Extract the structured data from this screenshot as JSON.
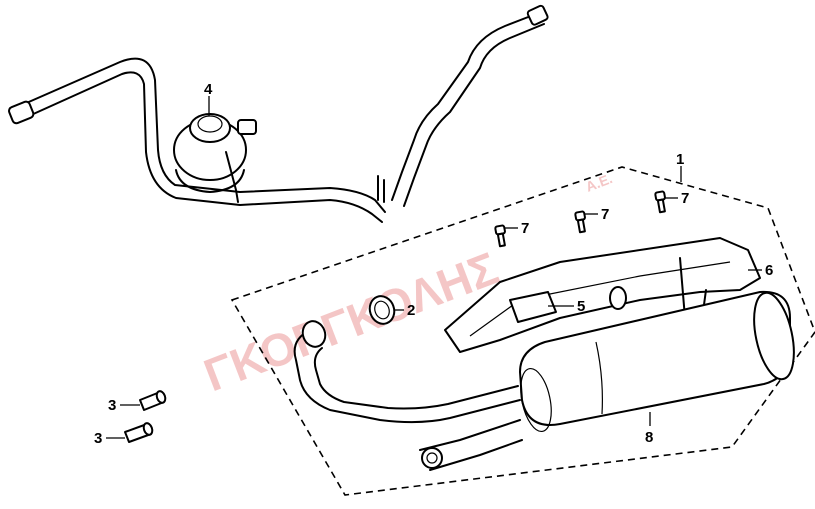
{
  "watermark": {
    "company": "ΓΚΟΡΓΚΟΛΗΣ",
    "suffix": "Α.Ε."
  },
  "callouts": [
    {
      "id": "c1",
      "label": "1"
    },
    {
      "id": "c2",
      "label": "2"
    },
    {
      "id": "c3a",
      "label": "3"
    },
    {
      "id": "c3b",
      "label": "3"
    },
    {
      "id": "c4",
      "label": "4"
    },
    {
      "id": "c5",
      "label": "5"
    },
    {
      "id": "c6",
      "label": "6"
    },
    {
      "id": "c7a",
      "label": "7"
    },
    {
      "id": "c7b",
      "label": "7"
    },
    {
      "id": "c7c",
      "label": "7"
    },
    {
      "id": "c8",
      "label": "8"
    }
  ],
  "colors": {
    "line": "#000000",
    "watermark": "#f2b9b9",
    "background": "#ffffff"
  }
}
